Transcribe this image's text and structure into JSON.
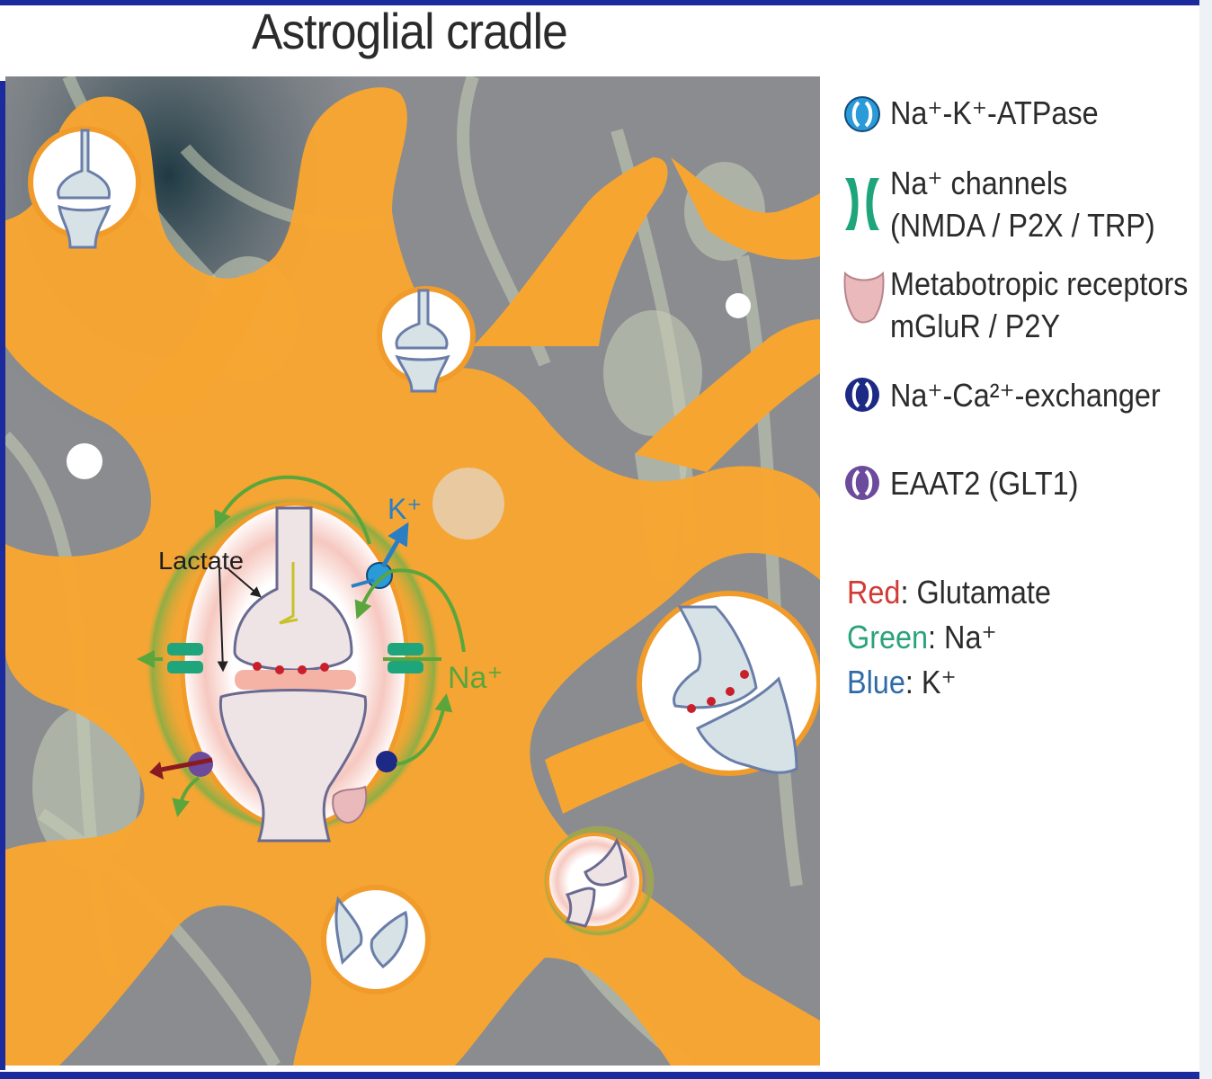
{
  "title": "Astroglial cradle",
  "legend": [
    {
      "icon": "na-k-atpase-icon",
      "color": "#2a9ad8",
      "line1": "Na⁺-K⁺-ATPase",
      "line2": ""
    },
    {
      "icon": "na-channel-icon",
      "color": "#1fa57c",
      "line1": "Na⁺ channels",
      "line2": "(NMDA / P2X / TRP)"
    },
    {
      "icon": "metabotropic-receptor-icon",
      "color": "#e9b9bc",
      "line1": "Metabotropic receptors",
      "line2": "mGluR / P2Y"
    },
    {
      "icon": "na-ca-exchanger-icon",
      "color": "#1c2a86",
      "line1": "Na⁺-Ca²⁺-exchanger",
      "line2": ""
    },
    {
      "icon": "eaat2-icon",
      "color": "#6c4a9c",
      "line1": "EAAT2 (GLT1)",
      "line2": ""
    }
  ],
  "color_key": [
    {
      "color_word": "Red",
      "rest": ": Glutamate",
      "color": "#d23a36"
    },
    {
      "color_word": "Green",
      "rest": ": Na⁺",
      "color": "#2aa37a"
    },
    {
      "color_word": "Blue",
      "rest": ": K⁺",
      "color": "#2f6aa8"
    }
  ],
  "diagram_labels": {
    "lactate": "Lactate",
    "k": "K⁺",
    "na": "Na⁺"
  },
  "colors": {
    "astrocyte": "#f7a531",
    "background": "#8a8c90",
    "neuron": "#c5ccb5",
    "synapse_fill": "#d8e3e8",
    "frame": "#1b2a9c"
  }
}
